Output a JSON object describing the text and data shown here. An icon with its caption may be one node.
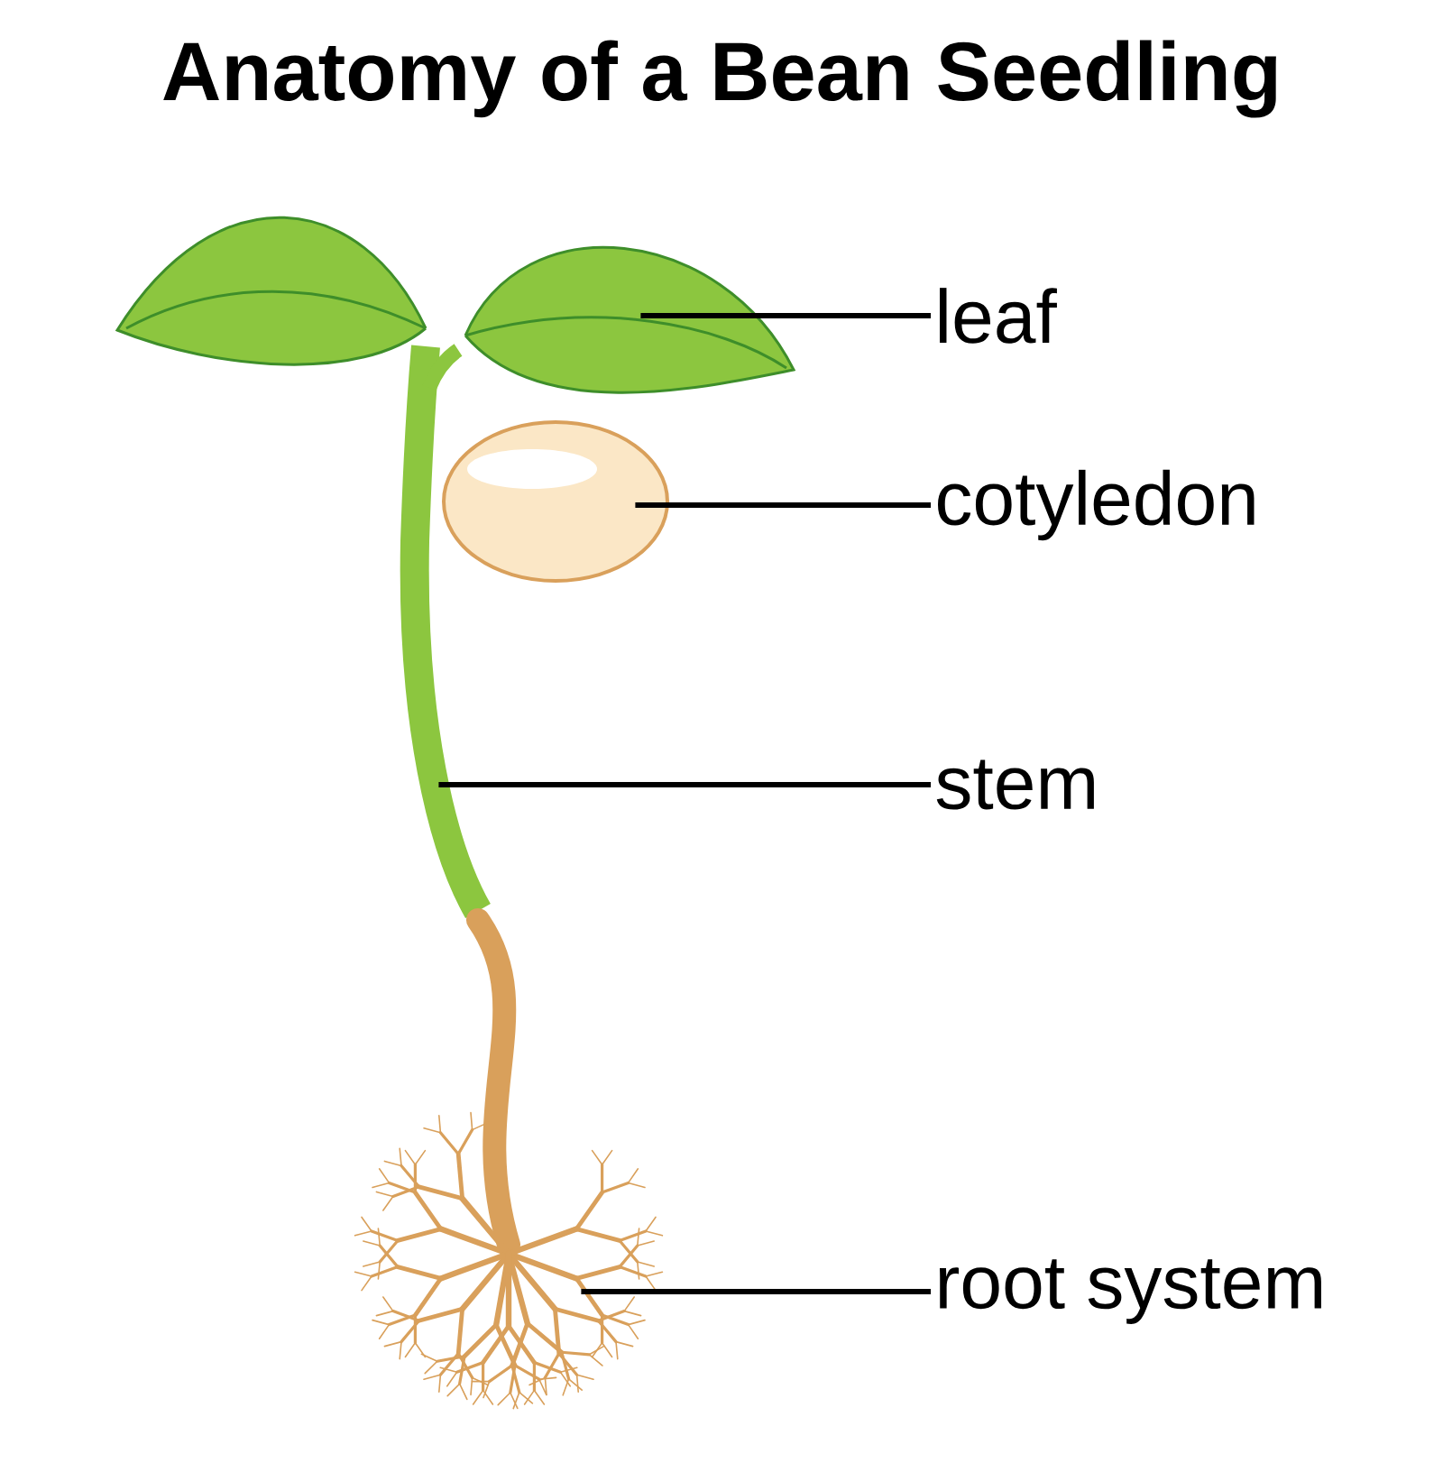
{
  "diagram": {
    "title": "Anatomy of a Bean Seedling",
    "nodes": [
      {
        "text": [
          "leaf"
        ]
      },
      {
        "text": [
          "cotyledon"
        ]
      },
      {
        "text": [
          "stem"
        ]
      },
      {
        "text": [
          "root system"
        ]
      },
      {
        "text": [],
        "shape": "picture"
      },
      {
        "text": [],
        "shape": "picture"
      },
      {
        "text": [],
        "shape": "picture"
      },
      {
        "text": [],
        "shape": "picture"
      }
    ],
    "edges": [
      {
        "from": 0,
        "to": 4,
        "arrow": "none"
      },
      {
        "from": 1,
        "to": 5,
        "arrow": "none"
      },
      {
        "from": 2,
        "to": 6,
        "arrow": "none"
      },
      {
        "from": 3,
        "to": 7,
        "arrow": "none"
      }
    ]
  }
}
